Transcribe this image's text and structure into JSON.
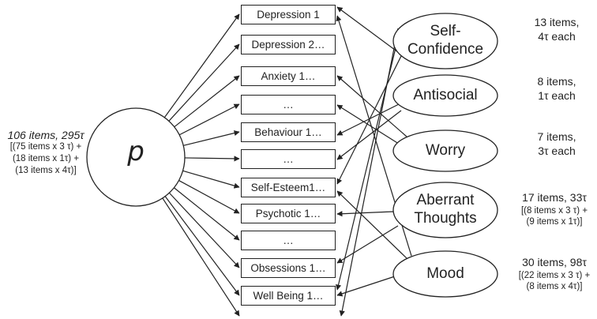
{
  "general_factor": {
    "label": "p",
    "summary": "106 items, 295τ",
    "details": [
      "[(75 items x 3 τ) +",
      "(18 items x 1τ) +",
      "(13 items x 4τ)]"
    ]
  },
  "items": [
    {
      "label": "Depression 1"
    },
    {
      "label": "Depression 2…"
    },
    {
      "label": "Anxiety 1…"
    },
    {
      "label": "…"
    },
    {
      "label": "Behaviour 1…"
    },
    {
      "label": "…"
    },
    {
      "label": "Self-Esteem1…"
    },
    {
      "label": "Psychotic 1…"
    },
    {
      "label": "…"
    },
    {
      "label": "Obsessions 1…"
    },
    {
      "label": "Well Being 1…"
    }
  ],
  "specific_factors": [
    {
      "label": "Self-\nConfidence",
      "note": [
        "13 items,",
        "4τ each"
      ]
    },
    {
      "label": "Antisocial",
      "note": [
        "8 items,",
        "1τ each"
      ]
    },
    {
      "label": "Worry",
      "note": [
        "7 items,",
        "3τ each"
      ]
    },
    {
      "label": "Aberrant\nThoughts",
      "note_main": "17 items, 33τ",
      "note_sub": [
        "[(8 items x 3 τ) +",
        "(9 items x 1τ)]"
      ]
    },
    {
      "label": "Mood",
      "note_main": "30 items, 98τ",
      "note_sub": [
        "[(22 items x 3 τ) +",
        "(8 items x 4τ)]"
      ]
    }
  ],
  "colors": {
    "line": "#222222",
    "fill": "#ffffff"
  }
}
